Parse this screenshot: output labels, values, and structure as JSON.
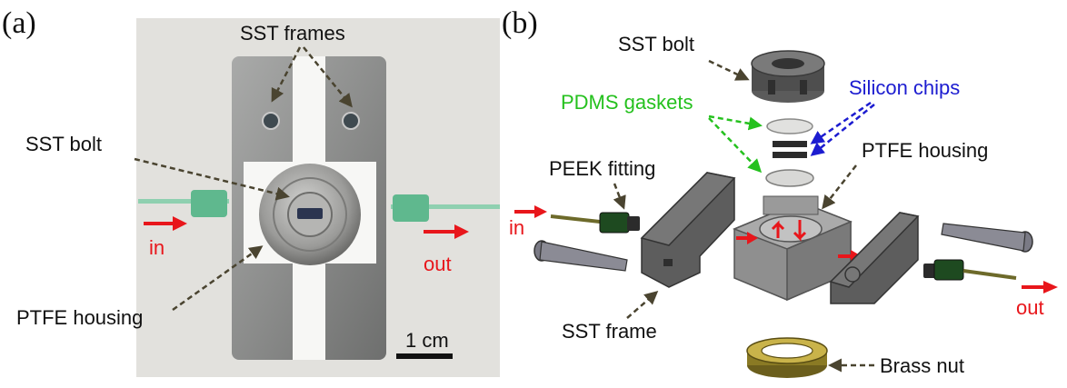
{
  "panel_a": {
    "tag": "(a)",
    "labels": {
      "sst_frames": "SST frames",
      "sst_bolt": "SST bolt",
      "ptfe_housing": "PTFE housing",
      "in": "in",
      "out": "out",
      "scale_bar": "1 cm"
    }
  },
  "panel_b": {
    "tag": "(b)",
    "labels": {
      "sst_bolt": "SST bolt",
      "pdms_gaskets": "PDMS gaskets",
      "silicon_chips": "Silicon chips",
      "peek_fitting": "PEEK fitting",
      "ptfe_housing": "PTFE housing",
      "in": "in",
      "out": "out",
      "sst_frame": "SST frame",
      "brass_nut": "Brass nut"
    }
  },
  "colors": {
    "flow_arrow": "#e8161b",
    "pdms_label": "#25c11e",
    "silicon_label": "#1c1cd0",
    "leader_dark": "#4a4430",
    "metal": "#8f9090",
    "ptfe": "#f7f7f5",
    "tubing": "#8fd0b0",
    "brass": "#c9b34a"
  }
}
